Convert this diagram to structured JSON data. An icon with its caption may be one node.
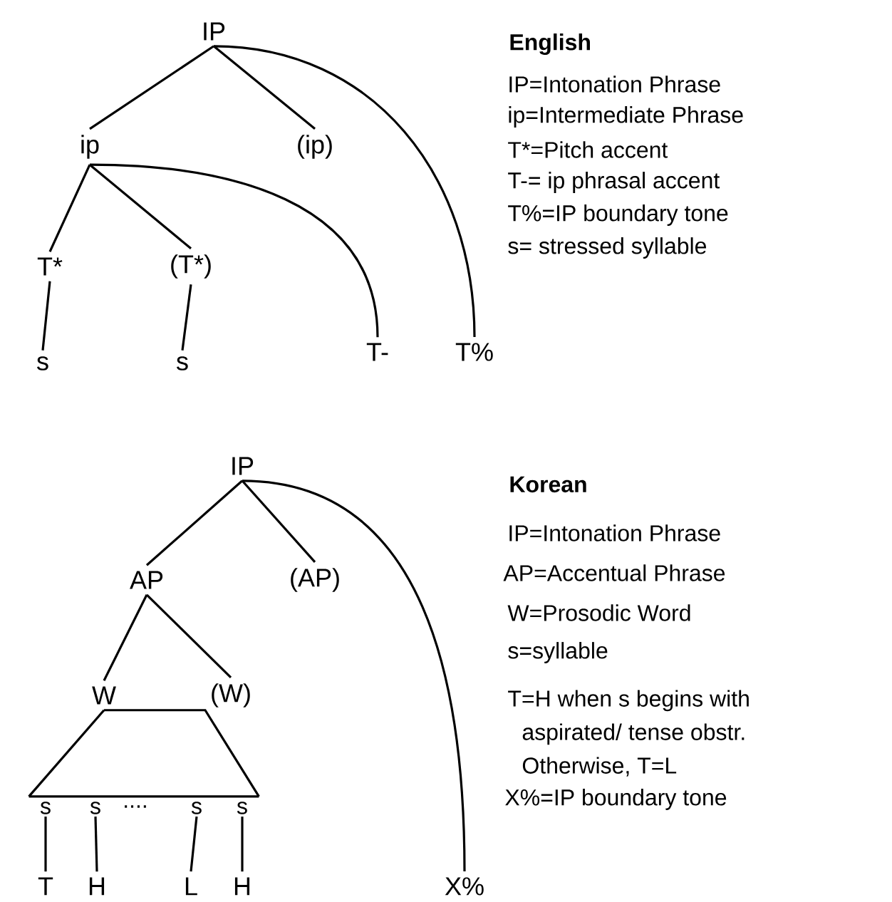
{
  "diagram": {
    "nodes": [
      {
        "text": [
          "IP"
        ]
      },
      {
        "text": [
          "ip"
        ]
      },
      {
        "text": [
          "(ip)"
        ]
      },
      {
        "text": [
          "T*"
        ]
      },
      {
        "text": [
          "(T*)"
        ]
      },
      {
        "text": [
          "s"
        ]
      },
      {
        "text": [
          "s"
        ]
      },
      {
        "text": [
          "T-"
        ]
      },
      {
        "text": [
          "T%"
        ]
      },
      {
        "text": [
          "IP"
        ]
      },
      {
        "text": [
          "AP"
        ]
      },
      {
        "text": [
          "(AP)"
        ]
      },
      {
        "text": [
          "W"
        ]
      },
      {
        "text": [
          "(W)"
        ]
      },
      {
        "text": [
          "s"
        ]
      },
      {
        "text": [
          "s"
        ]
      },
      {
        "text": [
          "s"
        ]
      },
      {
        "text": [
          "s"
        ]
      },
      {
        "text": [
          "T"
        ]
      },
      {
        "text": [
          "H"
        ]
      },
      {
        "text": [
          "L"
        ]
      },
      {
        "text": [
          "H"
        ]
      },
      {
        "text": [
          "X%"
        ]
      }
    ],
    "edges": [
      {
        "from": 0,
        "to": 1,
        "arrow": "none"
      },
      {
        "from": 0,
        "to": 2,
        "arrow": "none"
      },
      {
        "from": 0,
        "to": 8,
        "arrow": "none"
      },
      {
        "from": 1,
        "to": 3,
        "arrow": "none"
      },
      {
        "from": 1,
        "to": 4,
        "arrow": "none"
      },
      {
        "from": 1,
        "to": 7,
        "arrow": "none"
      },
      {
        "from": 3,
        "to": 5,
        "arrow": "none"
      },
      {
        "from": 4,
        "to": 6,
        "arrow": "none"
      },
      {
        "from": 9,
        "to": 10,
        "arrow": "none"
      },
      {
        "from": 9,
        "to": 11,
        "arrow": "none"
      },
      {
        "from": 9,
        "to": 22,
        "arrow": "none"
      },
      {
        "from": 10,
        "to": 12,
        "arrow": "none"
      },
      {
        "from": 10,
        "to": 13,
        "arrow": "none"
      },
      {
        "from": 12,
        "to": 14,
        "arrow": "none"
      },
      {
        "from": 12,
        "to": 17,
        "arrow": "none"
      },
      {
        "from": 14,
        "to": 17,
        "arrow": "none"
      },
      {
        "from": 14,
        "to": 18,
        "arrow": "none"
      },
      {
        "from": 15,
        "to": 19,
        "arrow": "none"
      },
      {
        "from": 16,
        "to": 20,
        "arrow": "none"
      },
      {
        "from": 17,
        "to": 21,
        "arrow": "none"
      }
    ],
    "labels": [
      "English",
      "IP=Intonation Phrase",
      "ip=Intermediate Phrase",
      "T*=Pitch accent",
      "T-= ip phrasal accent",
      "T%=IP boundary tone",
      "s= stressed syllable",
      "....",
      "Korean",
      "IP=Intonation Phrase",
      "AP=Accentual Phrase",
      "W=Prosodic Word",
      "s=syllable",
      "T=H when s begins with aspirated/ tense obstr. Otherwise, T=L",
      "X%=IP boundary tone"
    ]
  }
}
